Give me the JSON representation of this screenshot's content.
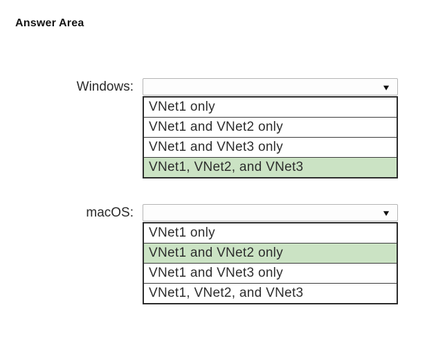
{
  "page": {
    "title": "Answer Area"
  },
  "colors": {
    "highlight_green": "#cbe3c4",
    "list_border": "#2b2b2b",
    "combobox_border": "#b4b4b4",
    "arrow_black": "#111111"
  },
  "icons": {
    "dropdown_arrow": "▼"
  },
  "dropdowns": [
    {
      "id": "windows",
      "label": "Windows:",
      "selected_value": "",
      "expanded": true,
      "options": [
        {
          "label": "VNet1 only",
          "highlighted": false
        },
        {
          "label": "VNet1 and VNet2 only",
          "highlighted": false
        },
        {
          "label": "VNet1 and VNet3 only",
          "highlighted": false
        },
        {
          "label": "VNet1, VNet2, and VNet3",
          "highlighted": true
        }
      ]
    },
    {
      "id": "macos",
      "label": "macOS:",
      "selected_value": "",
      "expanded": true,
      "options": [
        {
          "label": "VNet1 only",
          "highlighted": false
        },
        {
          "label": "VNet1 and VNet2 only",
          "highlighted": true
        },
        {
          "label": "VNet1 and VNet3 only",
          "highlighted": false
        },
        {
          "label": "VNet1, VNet2, and VNet3",
          "highlighted": false
        }
      ]
    }
  ]
}
